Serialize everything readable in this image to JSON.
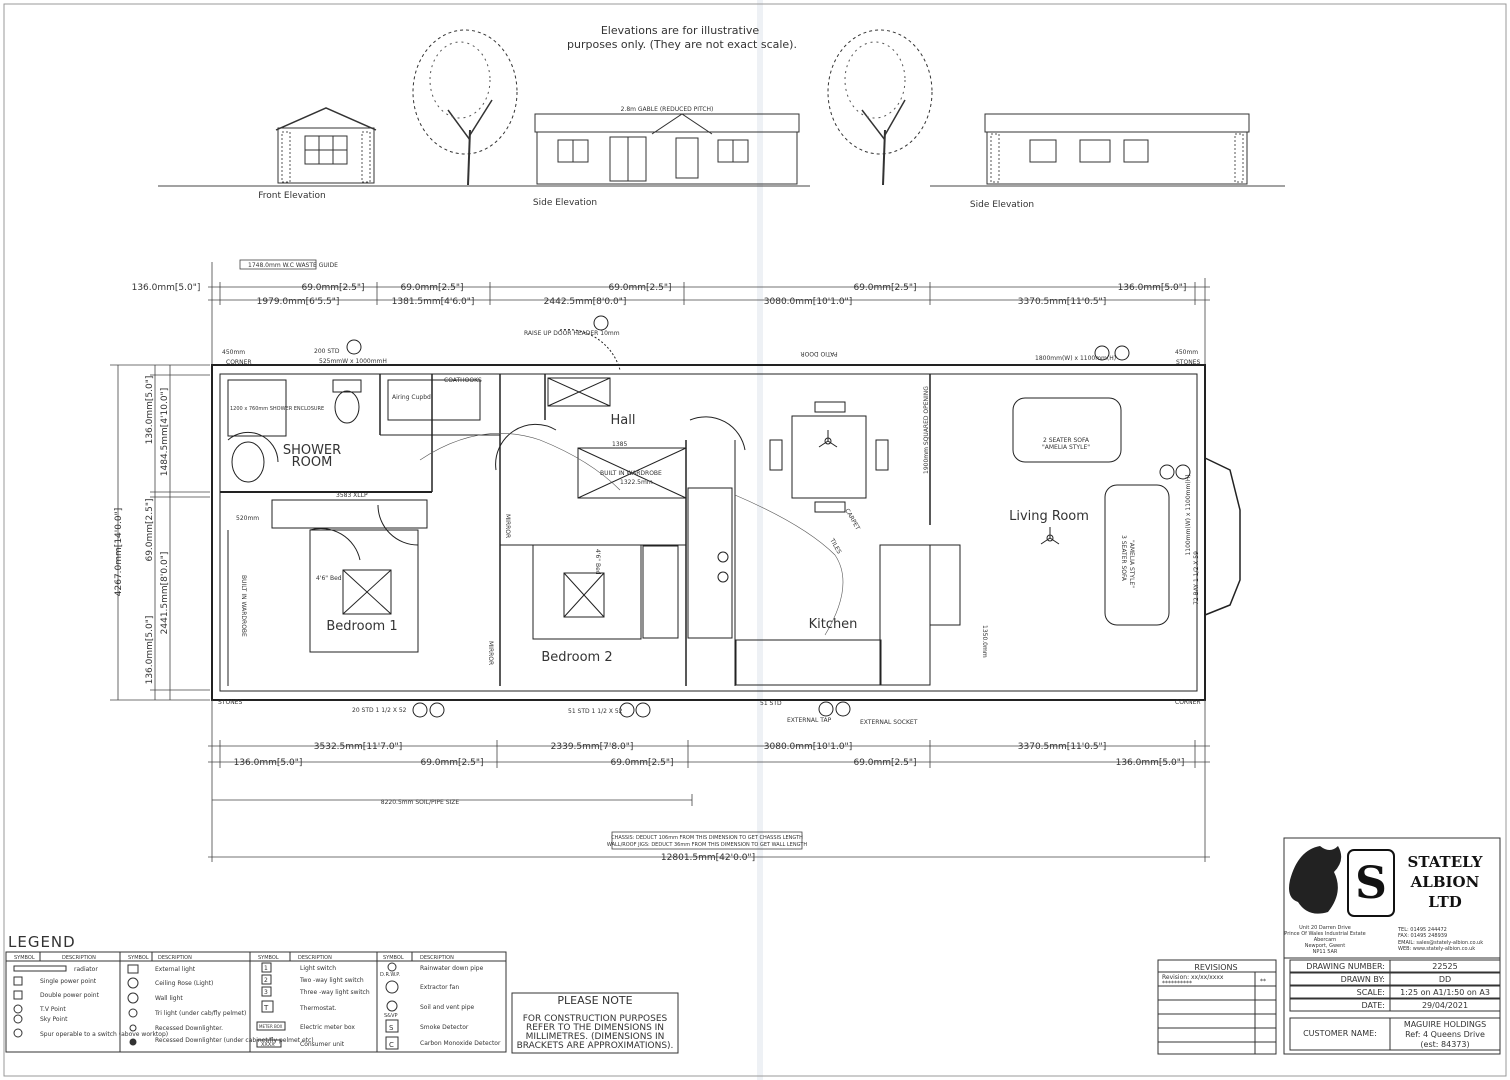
{
  "elevations": {
    "note_line1": "Elevations are for illustrative",
    "note_line2": "purposes only. (They are not exact scale).",
    "front_label": "Front Elevation",
    "side1_label": "Side Elevation",
    "side2_label": "Side Elevation",
    "gable_note": "2.8m GABLE (REDUCED PITCH)"
  },
  "dimensions": {
    "top_waste": "1748.0mm W.C WASTE GUIDE",
    "top_row1": [
      "136.0mm[5.0\"]",
      "69.0mm[2.5\"]",
      "69.0mm[2.5\"]",
      "69.0mm[2.5\"]",
      "69.0mm[2.5\"]",
      "136.0mm[5.0\"]"
    ],
    "top_row2": [
      "1979.0mm[6'5.5\"]",
      "1381.5mm[4'6.0\"]",
      "2442.5mm[8'0.0\"]",
      "3080.0mm[10'1.0\"]",
      "3370.5mm[11'0.5\"]"
    ],
    "left_outer": "4267.0mm[14'0.0\"]",
    "left_mid": [
      "136.0mm[5.0\"]",
      "1484.5mm[4'10.0\"]",
      "69.0mm[2.5\"]",
      "2441.5mm[8'0.0\"]",
      "136.0mm[5.0\"]"
    ],
    "bottom_row1": [
      "3532.5mm[11'7.0\"]",
      "2339.5mm[7'8.0\"]",
      "3080.0mm[10'1.0\"]",
      "3370.5mm[11'0.5\"]"
    ],
    "bottom_row2": [
      "136.0mm[5.0\"]",
      "69.0mm[2.5\"]",
      "69.0mm[2.5\"]",
      "69.0mm[2.5\"]",
      "136.0mm[5.0\"]"
    ],
    "bottom_pipe": "8220.5mm SOIL/PIPE SIZE",
    "overall": "12801.5mm[42'0.0\"]",
    "chassis_note1": "CHASSIS: DEDUCT 106mm FROM THIS DIMENSION TO GET CHASSIS LENGTH",
    "chassis_note2": "WALL/ROOF JIGS: DEDUCT 36mm FROM THIS DIMENSION TO GET WALL LENGTH"
  },
  "rooms": {
    "shower_room": "SHOWER",
    "shower_room2": "ROOM",
    "hall": "Hall",
    "bedroom1": "Bedroom 1",
    "bedroom2": "Bedroom 2",
    "kitchen": "Kitchen",
    "living_room": "Living Room"
  },
  "plan_labels": {
    "patio_door": "PATIO DOOR",
    "coathooks": "COATHOOKS",
    "airing": "Airing Cupbd.",
    "built_in_wardrobe": "BUILT IN WARDROBE",
    "built_in_wardrobe_b1": "BUILT IN WARDROBE",
    "mirror1": "MIRROR",
    "mirror2": "MIRROR",
    "sofa2": "2 SEATER SOFA",
    "sofa2_style": "\"AMELIA STYLE\"",
    "sofa3": "3 SEATER SOFA",
    "sofa3_style": "\"AMELIA STYLE\"",
    "bed1": "4'6\" Bed",
    "bed2": "4'6\" Bed",
    "shower_enclosure": "1200 x 760mm SHOWER ENCLOSURE",
    "corner": "CORNER",
    "stones": "STONES",
    "external_tap": "EXTERNAL TAP",
    "external_socket": "EXTERNAL SOCKET",
    "std51": "51 STD 1 1/2 X 52",
    "std20": "20 STD 1 1/2 X 52",
    "std51b": "51 STD",
    "door_header": "RAISE UP DOOR HEADER 10mm",
    "carpet": "CARPET",
    "tiles": "TILES",
    "dim_1385": "1385",
    "dim_1322": "1322.5mm",
    "dim_3583": "3583 XLLP",
    "dim_520": "520mm",
    "dim_450a": "450mm",
    "dim_450b": "450mm",
    "dim_1350": "1350.0mm",
    "dim_1900": "1900mm SQUARED OPENING",
    "wc": "200 STD",
    "wc2": "525mmW x 1000mmH",
    "window_living": "1800mm(W) x 1100mm(H)",
    "window_bay": "1100mm(W) x 1100mm(H)",
    "bay": "72 BAY 1 1/2 X 59"
  },
  "revisions": {
    "title": "REVISIONS",
    "revision_line": "Revision: xx/xx/xxxx",
    "revision_stars": "**********",
    "col2": "**"
  },
  "title_block": {
    "company_line1": "STATELY",
    "company_line2": "ALBION",
    "company_line3": "LTD",
    "address": [
      "Unit 20 Darren Drive",
      "Prince Of Wales Industrial Estate",
      "Abercarn",
      "Newport, Gwent",
      "NP11 5AR"
    ],
    "contacts": [
      "TEL:    01495 244472",
      "FAX:    01495 248939",
      "EMAIL: sales@stately-albion.co.uk",
      "WEB:   www.stately-albion.co.uk"
    ],
    "rows": [
      {
        "label": "DRAWING NUMBER:",
        "value": "22525"
      },
      {
        "label": "DRAWN BY:",
        "value": "DD"
      },
      {
        "label": "SCALE:",
        "value": "1:25 on A1/1:50 on A3"
      },
      {
        "label": "DATE:",
        "value": "29/04/2021"
      }
    ],
    "customer_label": "CUSTOMER NAME:",
    "customer_value1": "MAGUIRE HOLDINGS",
    "customer_value2": "Ref: 4 Queens Drive",
    "customer_value3": "(est: 84373)"
  },
  "please_note": {
    "title": "PLEASE NOTE",
    "lines": [
      "FOR CONSTRUCTION PURPOSES",
      "REFER TO THE DIMENSIONS IN",
      "MILLIMETRES. (DIMENSIONS IN",
      "BRACKETS ARE APPROXIMATIONS)."
    ]
  },
  "legend": {
    "title": "LEGEND",
    "header_symbol": "SYMBOL",
    "header_desc": "DESCRIPTION",
    "col1": [
      "radiator",
      "Single power point",
      "Double power point",
      "T.V Point",
      "Sky Point",
      "Spur operable to a switch (above worktop)"
    ],
    "col2": [
      "External light",
      "Ceiling Rose (Light)",
      "Wall light",
      "Tri light (under cab/fly pelmet)",
      "Recessed Downlighter.",
      "Recessed Downlighter (under cabinet/fly pelmet etc)"
    ],
    "col3": [
      "Light switch",
      "Two -way light switch",
      "Three -way light switch",
      "Thermostat.",
      "Electric meter box",
      "Consumer unit"
    ],
    "col3_symbols": [
      "1",
      "2",
      "3",
      "T",
      "METER BOX",
      "XXXX"
    ],
    "col4": [
      "Rainwater down pipe",
      "Extractor fan",
      "Soil and vent pipe",
      "Smoke Detector",
      "Carbon Monoxide Detector"
    ],
    "col4_symbols": [
      "D.R.W.P.",
      "",
      "S&VP",
      "S",
      "C"
    ]
  }
}
